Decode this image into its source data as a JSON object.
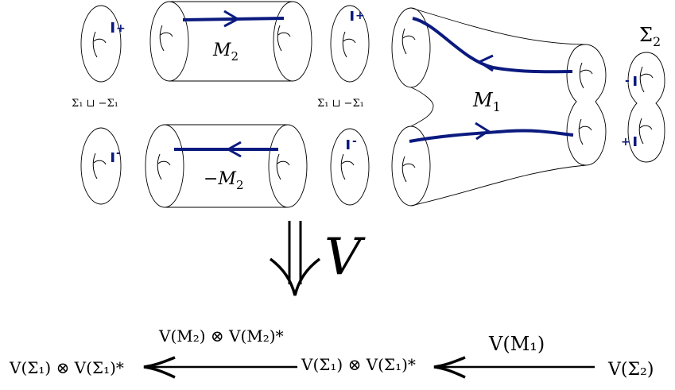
{
  "labels": {
    "m2": "M",
    "m2_sub": "2",
    "neg_m2": "−M",
    "neg_m2_sub": "2",
    "m1": "M",
    "m1_sub": "1",
    "sigma2": "Σ",
    "sigma2_sub": "2",
    "disjoint_union_left": "Σ₁ ⊔ −Σ₁",
    "disjoint_union_right": "Σ₁ ⊔ −Σ₁",
    "functor": "V",
    "bottom_left": "V(Σ₁) ⊗ V(Σ₁)*",
    "bottom_mid": "V(Σ₁) ⊗ V(Σ₁)*",
    "bottom_right": "V(Σ₂)",
    "arrow_label_left": "V(M₂) ⊗ V(M₂)*",
    "arrow_label_right": "V(M₁)"
  },
  "signs": {
    "plus": "+",
    "minus": "-"
  },
  "colors": {
    "path": "#0b1a7e",
    "line": "#000000"
  }
}
